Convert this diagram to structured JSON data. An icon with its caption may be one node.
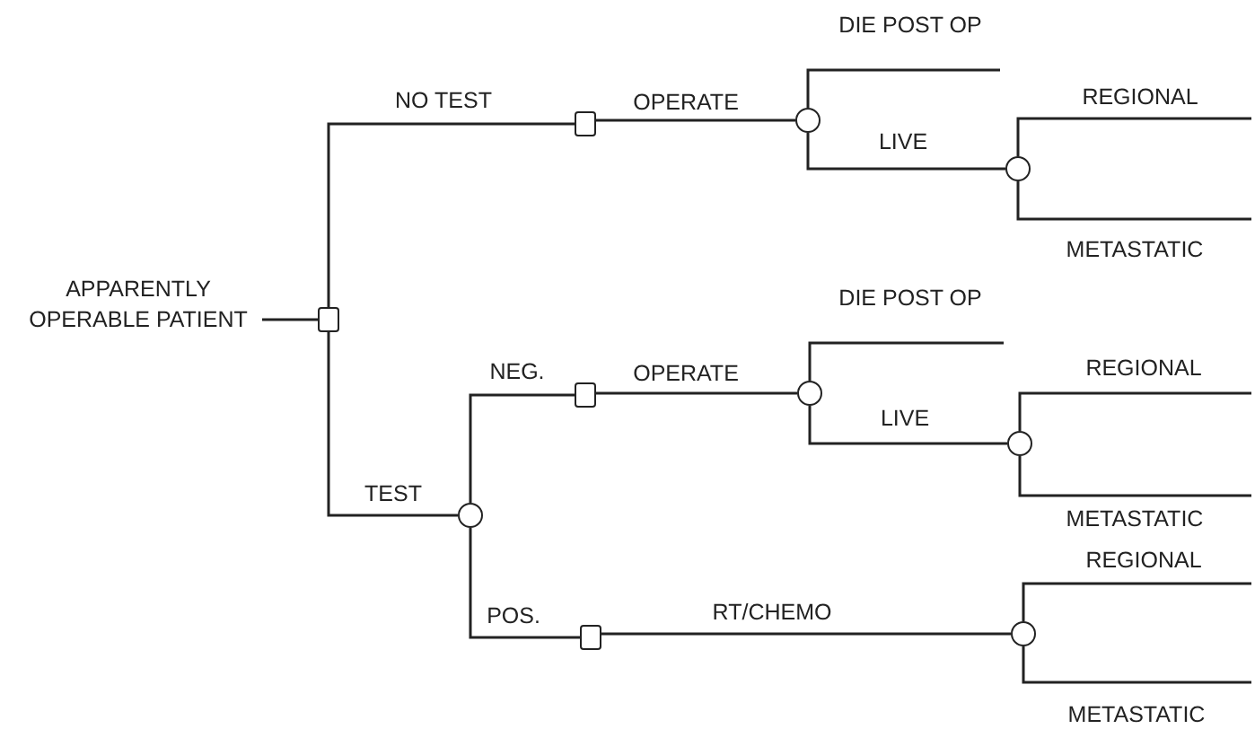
{
  "diagram": {
    "nodes": [
      {
        "text": [
          "APPARENTLY OPERABLE PATIENT"
        ]
      },
      {
        "text": [],
        "shape": "box"
      },
      {
        "text": [],
        "shape": "box"
      },
      {
        "text": [],
        "shape": "circle"
      },
      {
        "text": [],
        "shape": "circle"
      },
      {
        "text": [],
        "shape": "circle"
      },
      {
        "text": [],
        "shape": "box"
      },
      {
        "text": [],
        "shape": "circle"
      },
      {
        "text": [],
        "shape": "circle"
      },
      {
        "text": [],
        "shape": "box"
      },
      {
        "text": [],
        "shape": "circle"
      }
    ],
    "edges": [
      {
        "from": 0,
        "to": 1,
        "arrow": "none"
      },
      {
        "from": 1,
        "to": 2,
        "arrow": "none",
        "label": "NO TEST"
      },
      {
        "from": 1,
        "to": 5,
        "arrow": "none",
        "label": "TEST"
      },
      {
        "from": 2,
        "to": 3,
        "arrow": "none",
        "label": "OPERATE"
      },
      {
        "from": 3,
        "to": null,
        "arrow": "none",
        "label": "DIE POST OP"
      },
      {
        "from": 3,
        "to": 4,
        "arrow": "none",
        "label": "LIVE"
      },
      {
        "from": 4,
        "to": null,
        "arrow": "none",
        "label": "REGIONAL"
      },
      {
        "from": 4,
        "to": null,
        "arrow": "none",
        "label": "METASTATIC"
      },
      {
        "from": 5,
        "to": 6,
        "arrow": "none",
        "label": "NEG."
      },
      {
        "from": 5,
        "to": 9,
        "arrow": "none",
        "label": "POS."
      },
      {
        "from": 6,
        "to": 7,
        "arrow": "none",
        "label": "OPERATE"
      },
      {
        "from": 7,
        "to": null,
        "arrow": "none",
        "label": "DIE POST OP"
      },
      {
        "from": 7,
        "to": 8,
        "arrow": "none",
        "label": "LIVE"
      },
      {
        "from": 8,
        "to": null,
        "arrow": "none",
        "label": "REGIONAL"
      },
      {
        "from": 8,
        "to": null,
        "arrow": "none",
        "label": "METASTATIC"
      },
      {
        "from": 9,
        "to": 10,
        "arrow": "none",
        "label": "RT/CHEMO"
      },
      {
        "from": 10,
        "to": null,
        "arrow": "none",
        "label": "REGIONAL"
      },
      {
        "from": 10,
        "to": null,
        "arrow": "none",
        "label": "METASTATIC"
      }
    ]
  }
}
